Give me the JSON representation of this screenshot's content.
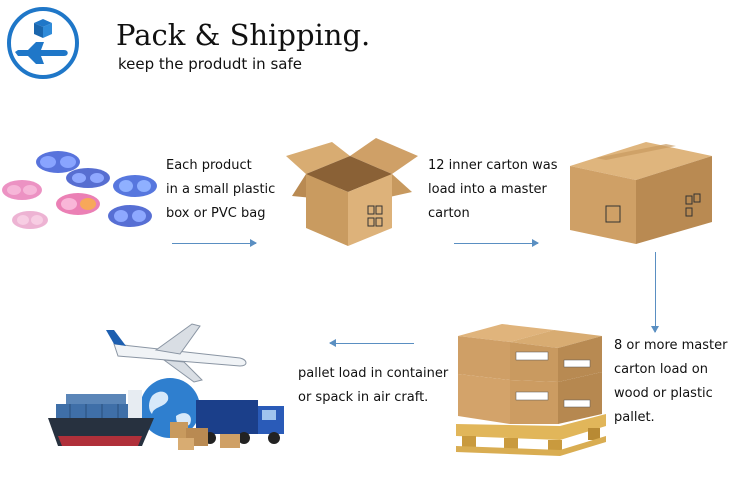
{
  "header": {
    "title": "Pack & Shipping.",
    "subtitle": "keep the produdt in safe"
  },
  "steps": [
    {
      "lines": [
        "Each product",
        "in a small plastic",
        "box or PVC bag"
      ]
    },
    {
      "lines": [
        "12 inner carton was",
        "load into a master",
        "carton"
      ]
    },
    {
      "lines": [
        "8 or more master",
        "carton load on",
        "wood or plastic",
        "pallet."
      ]
    },
    {
      "lines": [
        "pallet load in container",
        "or spack in air craft."
      ]
    }
  ],
  "icons": {
    "logo": "shipping-logo-icon",
    "products": "swim-goggles-icon",
    "open_box": "open-carton-icon",
    "master_box": "closed-carton-icon",
    "pallet": "pallet-icon",
    "transport": "transport-icon"
  },
  "colors": {
    "accent": "#1f77c8",
    "arrow": "#5a8fc2",
    "cardboard": "#c89a5e"
  }
}
